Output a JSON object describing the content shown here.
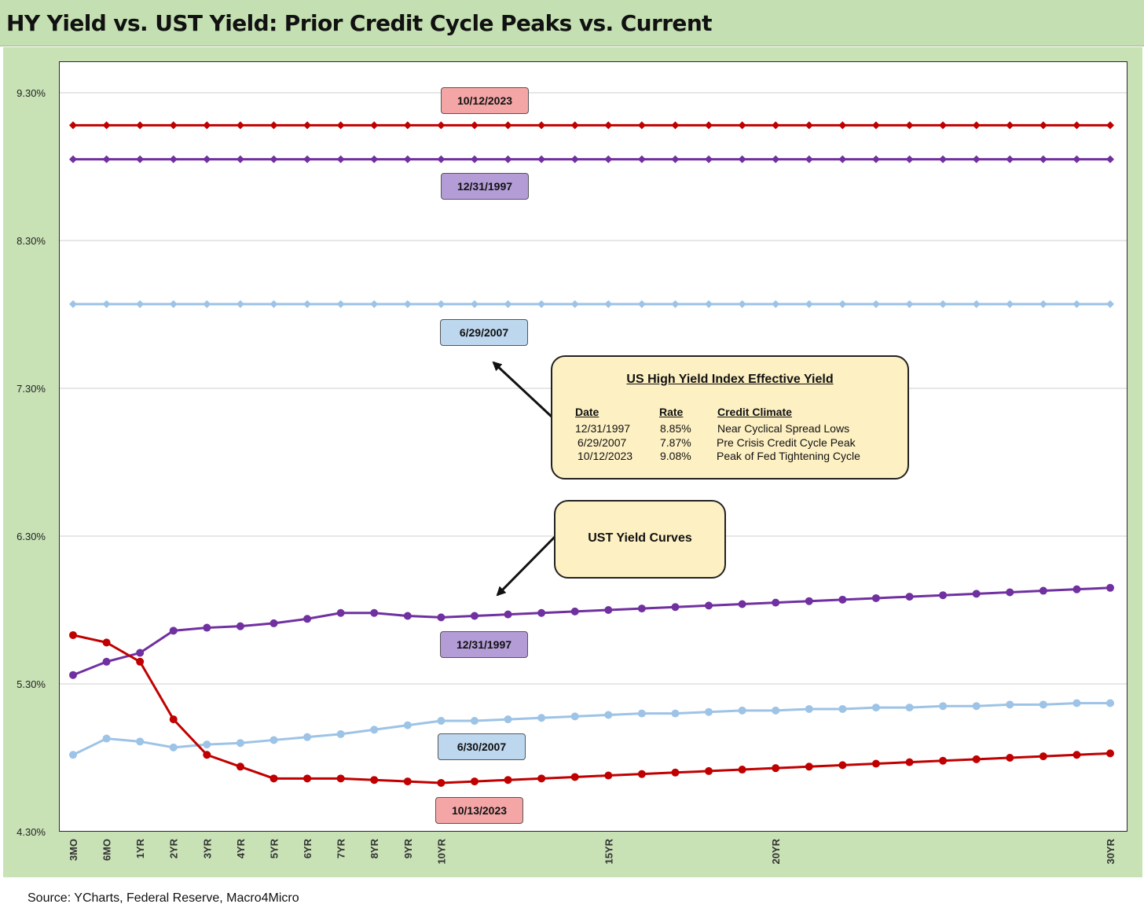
{
  "title": "HY Yield vs. UST Yield: Prior Credit Cycle Peaks vs. Current",
  "source": "Source: YCharts, Federal Reserve, Macro4Micro",
  "labels": {
    "hy_2023": "10/12/2023",
    "hy_1997": "12/31/1997",
    "hy_2007": "6/29/2007",
    "ust_1997": "12/31/1997",
    "ust_2007": "6/30/2007",
    "ust_2023": "10/13/2023"
  },
  "hy_box": {
    "title": "US High Yield Index Effective Yield",
    "headers": [
      "Date",
      "Rate",
      "Credit Climate"
    ],
    "rows": [
      [
        "12/31/1997",
        "8.85%",
        "Near Cyclical Spread Lows"
      ],
      [
        "6/29/2007",
        "7.87%",
        "Pre Crisis Credit Cycle Peak"
      ],
      [
        "10/12/2023",
        "9.08%",
        "Peak of Fed Tightening Cycle"
      ]
    ]
  },
  "ust_box": {
    "text": "UST Yield Curves"
  },
  "colors": {
    "red": "#c00000",
    "purple": "#7030a0",
    "lightblue": "#9dc3e6",
    "red_label_fill": "#f4a6a6",
    "purple_label_fill": "#b49cd6",
    "blue_label_fill": "#bdd7ee",
    "frame": "#c8e2b6"
  },
  "chart_data": {
    "type": "line",
    "y_ticks": [
      "9.30%",
      "8.30%",
      "7.30%",
      "6.30%",
      "5.30%",
      "4.30%"
    ],
    "ylim": [
      4.3,
      9.3
    ],
    "x_tick_labels": {
      "0": "3MO",
      "1": "6MO",
      "2": "1YR",
      "3": "2YR",
      "4": "3YR",
      "5": "4YR",
      "6": "5YR",
      "7": "6YR",
      "8": "7YR",
      "9": "8YR",
      "10": "9YR",
      "11": "10YR",
      "16": "15YR",
      "21": "20YR",
      "31": "30YR"
    },
    "n_points": 32,
    "hy_series": [
      {
        "name": "10/12/2023",
        "color": "#c00000",
        "value": 9.08
      },
      {
        "name": "12/31/1997",
        "color": "#7030a0",
        "value": 8.85
      },
      {
        "name": "6/29/2007",
        "color": "#9dc3e6",
        "value": 7.87
      }
    ],
    "ust_series": [
      {
        "name": "12/31/1997",
        "color": "#7030a0",
        "values": [
          5.36,
          5.45,
          5.51,
          5.66,
          5.68,
          5.69,
          5.71,
          5.74,
          5.78,
          5.78,
          5.76,
          5.75,
          5.76,
          5.77,
          5.78,
          5.79,
          5.8,
          5.81,
          5.82,
          5.83,
          5.84,
          5.85,
          5.86,
          5.87,
          5.88,
          5.89,
          5.9,
          5.91,
          5.92,
          5.93,
          5.94,
          5.95
        ]
      },
      {
        "name": "6/30/2007",
        "color": "#9dc3e6",
        "values": [
          4.82,
          4.93,
          4.91,
          4.87,
          4.89,
          4.9,
          4.92,
          4.94,
          4.96,
          4.99,
          5.02,
          5.05,
          5.05,
          5.06,
          5.07,
          5.08,
          5.09,
          5.1,
          5.1,
          5.11,
          5.12,
          5.12,
          5.13,
          5.13,
          5.14,
          5.14,
          5.15,
          5.15,
          5.16,
          5.16,
          5.17,
          5.17
        ]
      },
      {
        "name": "10/13/2023",
        "color": "#c00000",
        "values": [
          5.63,
          5.58,
          5.45,
          5.06,
          4.82,
          4.74,
          4.66,
          4.66,
          4.66,
          4.65,
          4.64,
          4.63,
          4.64,
          4.65,
          4.66,
          4.67,
          4.68,
          4.69,
          4.7,
          4.71,
          4.72,
          4.73,
          4.74,
          4.75,
          4.76,
          4.77,
          4.78,
          4.79,
          4.8,
          4.81,
          4.82,
          4.83
        ]
      }
    ]
  }
}
